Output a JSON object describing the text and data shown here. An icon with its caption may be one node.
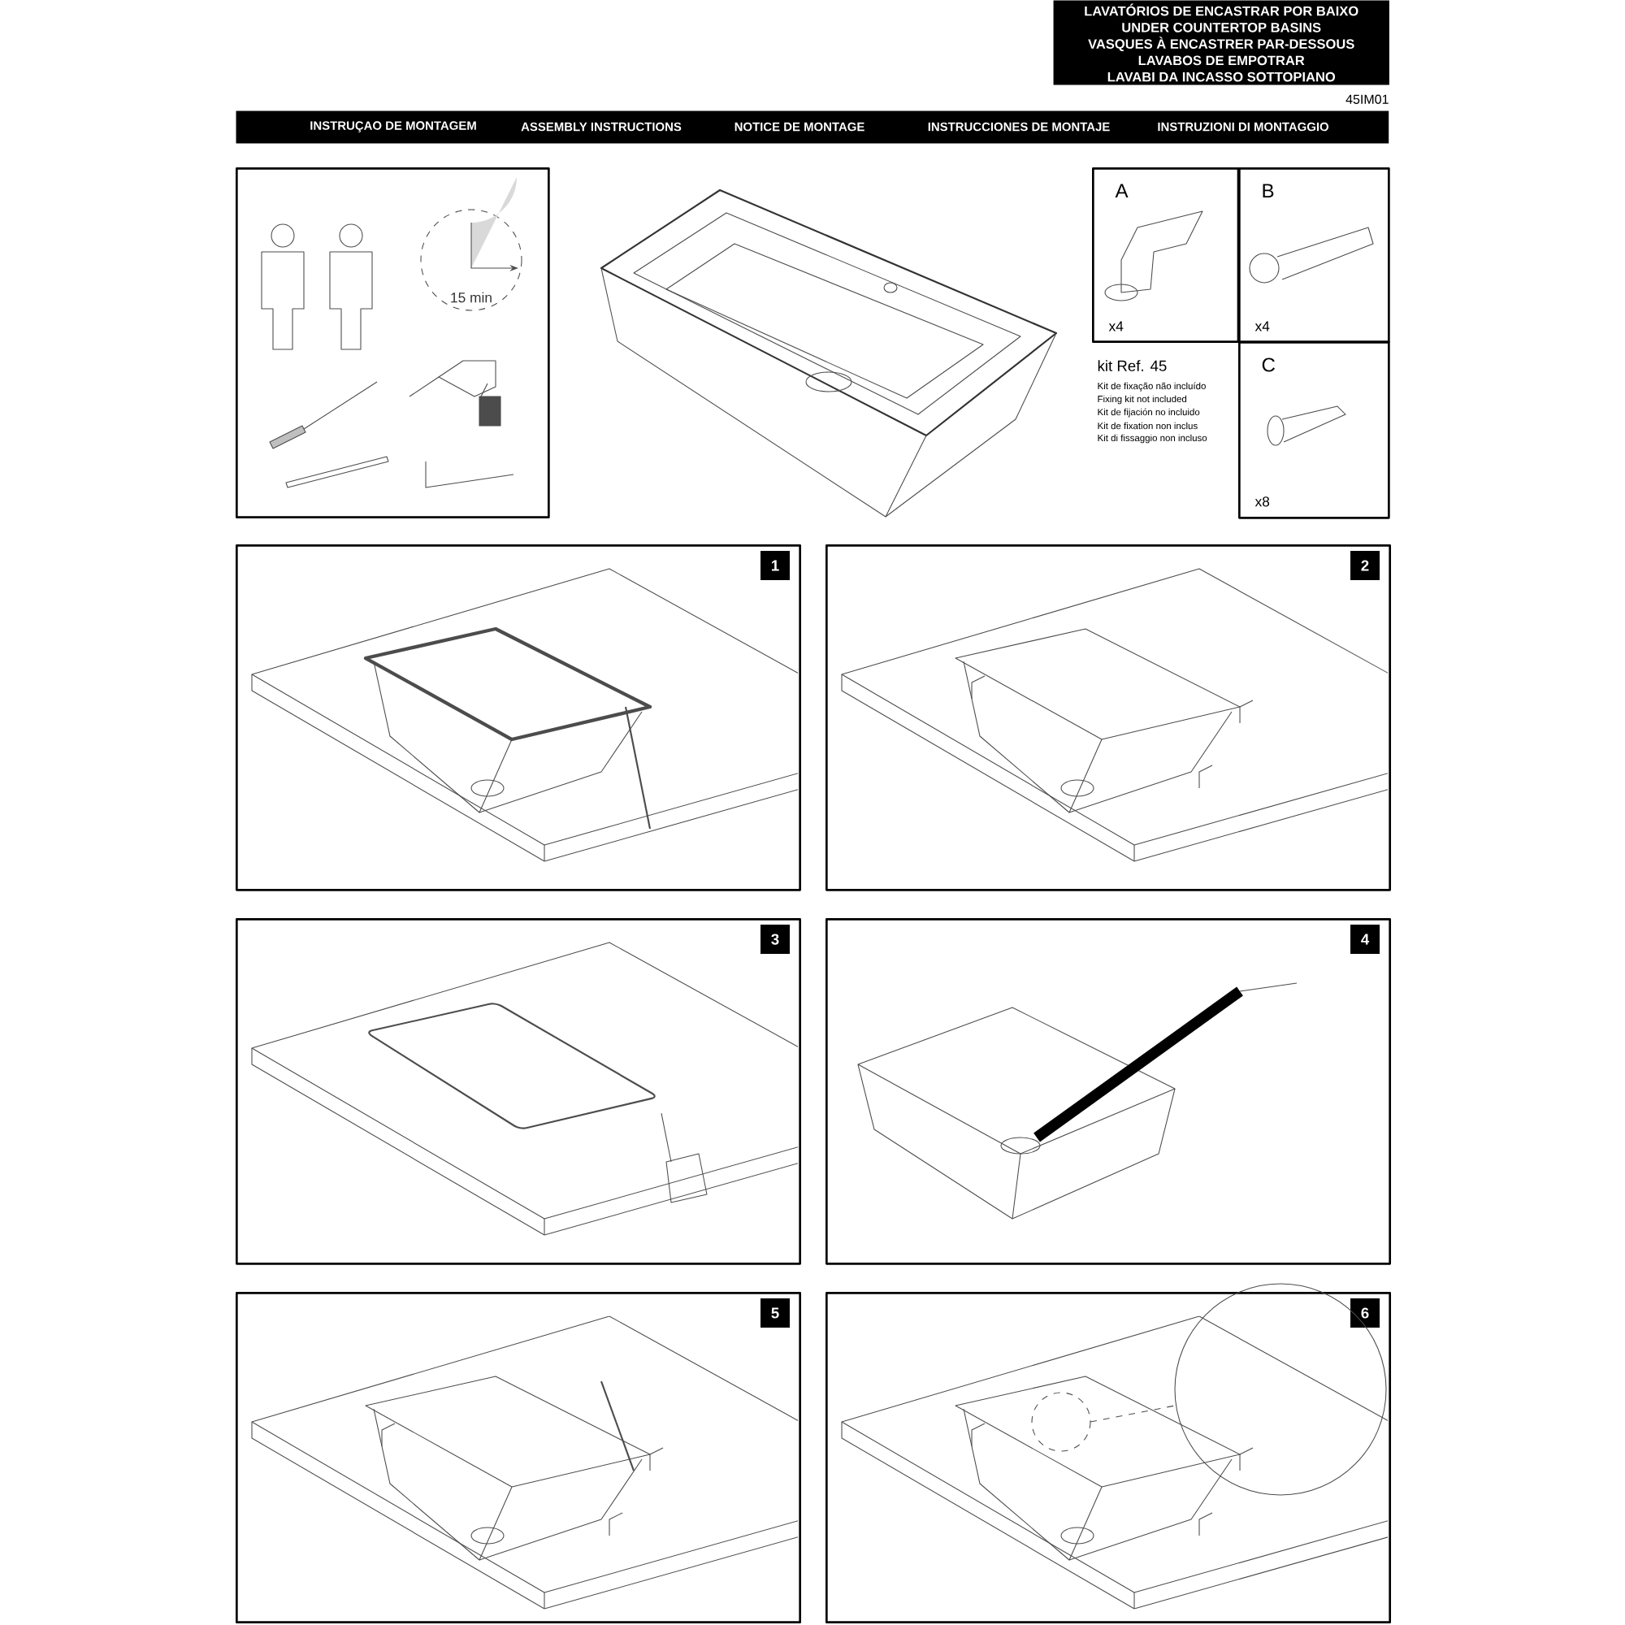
{
  "diagram": {
    "nodes": [
      {
        "text": [
          "LAVATÓRIOS DE ENCASTRAR POR BAIXO",
          "UNDER COUNTERTOP BASINS",
          "VASQUES À ENCASTRER PAR-DESSOUS",
          "LAVABOS DE EMPOTRAR",
          "LAVABI DA INCASSO SOTTOPIANO"
        ]
      },
      {
        "text": [
          "INSTRUÇAO DE MONTAGEM",
          "ASSEMBLY INSTRUCTIONS",
          "NOTICE DE MONTAGE",
          "INSTRUCCIONES DE MONTAJE",
          "INSTRUZIONI DI MONTAGGIO"
        ]
      },
      {
        "text": [
          "15 min"
        ]
      },
      {
        "text": [
          "A",
          "x4"
        ]
      },
      {
        "text": [
          "B",
          "x4"
        ]
      },
      {
        "text": [
          "C",
          "x8"
        ]
      },
      {
        "text": [
          "1"
        ]
      },
      {
        "text": [
          "2"
        ]
      },
      {
        "text": [
          "3"
        ]
      },
      {
        "text": [
          "4"
        ]
      },
      {
        "text": [
          "5"
        ]
      },
      {
        "text": [
          "6"
        ]
      }
    ],
    "labels": [
      "45IM01",
      "kit Ref. 45",
      "Kit de fixação não incluído",
      "Fixing kit not included",
      "Kit de fijación no incluido",
      "Kit de fixation non inclus",
      "Kit di fissaggio non incluso"
    ]
  }
}
